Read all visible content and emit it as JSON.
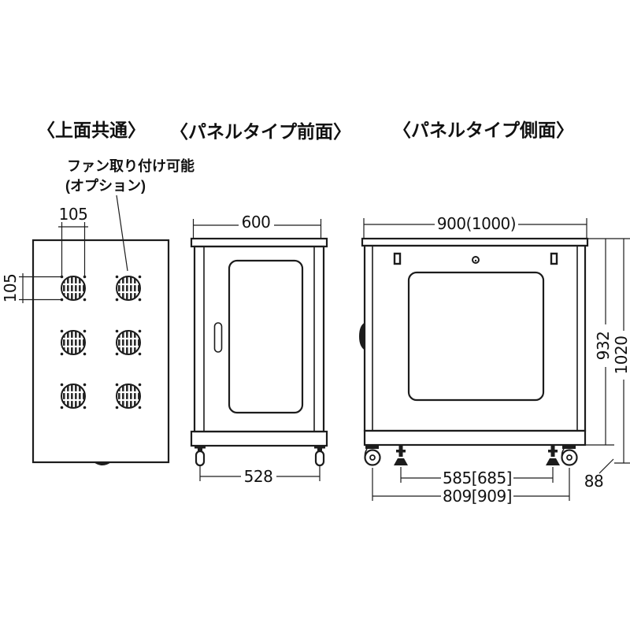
{
  "titles": {
    "top_view": "〈上面共通〉",
    "front_view": "〈パネルタイプ前面〉",
    "side_view": "〈パネルタイプ側面〉"
  },
  "top_view": {
    "note_line1": "ファン取り付け可能",
    "note_line2": "(オプション)",
    "fan_hole_pitch_horizontal": "105",
    "fan_hole_pitch_vertical": "105",
    "fan_count": 6
  },
  "front_view": {
    "dim_width": "600",
    "dim_caster_span": "528"
  },
  "side_view": {
    "dim_depth": "900(1000)",
    "dim_body_height": "932",
    "dim_total_height": "1020",
    "dim_foot_span": "585[685]",
    "dim_caster_span": "809[909]",
    "dim_caster_height": "88"
  },
  "colors": {
    "line": "#1c1c1c",
    "background": "#ffffff"
  }
}
